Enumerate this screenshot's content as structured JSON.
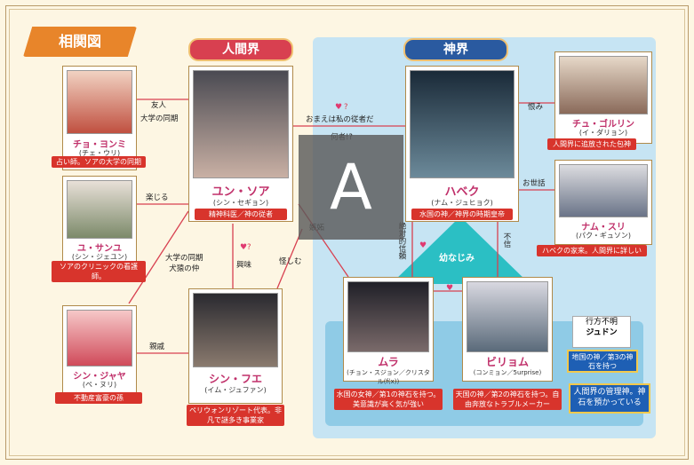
{
  "banner": "相関図",
  "sections": {
    "human": "人間界",
    "god": "神界"
  },
  "characters": {
    "soa": {
      "name": "ユン・ソア",
      "reading": "(シン・セギョン)",
      "desc": "精神科医／神の従者"
    },
    "habaek": {
      "name": "ハベク",
      "reading": "(ナム・ジュヒョク)",
      "desc": "水国の神／神界の時期皇帝"
    },
    "yonmi": {
      "name": "チョ・ヨンミ",
      "reading": "(チェ・ウリ)",
      "desc": "占い師。ソアの大学の同期"
    },
    "sanhun": {
      "name": "ユ・サンユ",
      "reading": "(シン・ジェユン)",
      "desc": "ソアのクリニックの看護師。"
    },
    "jaya": {
      "name": "シン・ジャヤ",
      "reading": "(ペ・ヌリ)",
      "desc": "不動産富豪の孫"
    },
    "hue": {
      "name": "シン・フエ",
      "reading": "(イム・ジュファン)",
      "desc": "ペリウォンリゾート代表。非凡で謎多き事業家"
    },
    "mura": {
      "name": "ムラ",
      "reading": "(チョン・スジョン／クリスタル(f(x))",
      "desc": "水国の女神／第1の神石を持つ。美意識が高く気が強い"
    },
    "biryom": {
      "name": "ビリョム",
      "reading": "(コンミョン／5urprise)",
      "desc": "天国の神／第2の神石を持つ。自由奔放なトラブルメーカー"
    },
    "gorin": {
      "name": "チュ・ゴルリン",
      "reading": "(イ・ダリョン)",
      "desc": "人間界に追放された包神"
    },
    "sri": {
      "name": "ナム・スリ",
      "reading": "(パク・ギュソン)",
      "desc": "ハベクの家来。人間界に詳しい"
    }
  },
  "relations": {
    "friend": "友人",
    "classmate": "大学の同期",
    "trust": "楽じる",
    "classmate_rival": "大学の同期\n犬猿の仲",
    "interest": "興味",
    "suspect": "怪しむ",
    "relative": "親戚",
    "servant": "おまえは私の従者だ",
    "who": "何者!?",
    "jealous": "嫉妬",
    "grudge": "恨み",
    "care": "お世話",
    "absolute_trust": "絶対的信頼",
    "distrust": "不信",
    "childhood": "幼なじみ",
    "q_mark": "?"
  },
  "judun": {
    "status": "行方不明",
    "name": "ジュドン",
    "desc": "地国の神／第3の神石を持つ"
  },
  "manager_note": "人間界の管理神。神石を預かっている",
  "overlay_letter": "A"
}
